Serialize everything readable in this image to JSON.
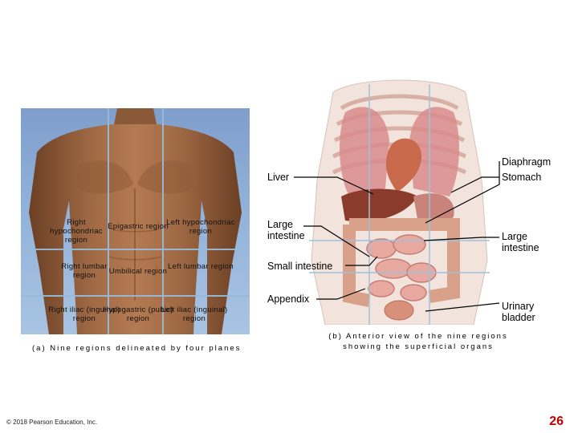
{
  "regions": {
    "right_hypochondriac": "Right hypochondriac region",
    "epigastric": "Epigastric region",
    "left_hypochondriac": "Left hypochondriac region",
    "right_lumbar": "Right lumbar region",
    "umbilical": "Umbilical region",
    "left_lumbar": "Left lumbar region",
    "right_iliac": "Right iliac (inguinal) region",
    "hypogastric": "Hypogastric (pubic) region",
    "left_iliac": "Left iliac (inguinal) region"
  },
  "captions": {
    "a": "(a) Nine regions delineated by four planes",
    "b_line1": "(b) Anterior view of the nine regions",
    "b_line2": "showing the superficial organs"
  },
  "organ_labels": {
    "diaphragm": "Diaphragm",
    "liver": "Liver",
    "stomach": "Stomach",
    "large_intestine_left_1": "Large",
    "large_intestine_left_2": "intestine",
    "large_intestine_right_1": "Large",
    "large_intestine_right_2": "intestine",
    "small_intestine": "Small intestine",
    "appendix": "Appendix",
    "urinary_bladder_1": "Urinary",
    "urinary_bladder_2": "bladder"
  },
  "copyright": "© 2018 Pearson Education, Inc.",
  "page_number": "26"
}
